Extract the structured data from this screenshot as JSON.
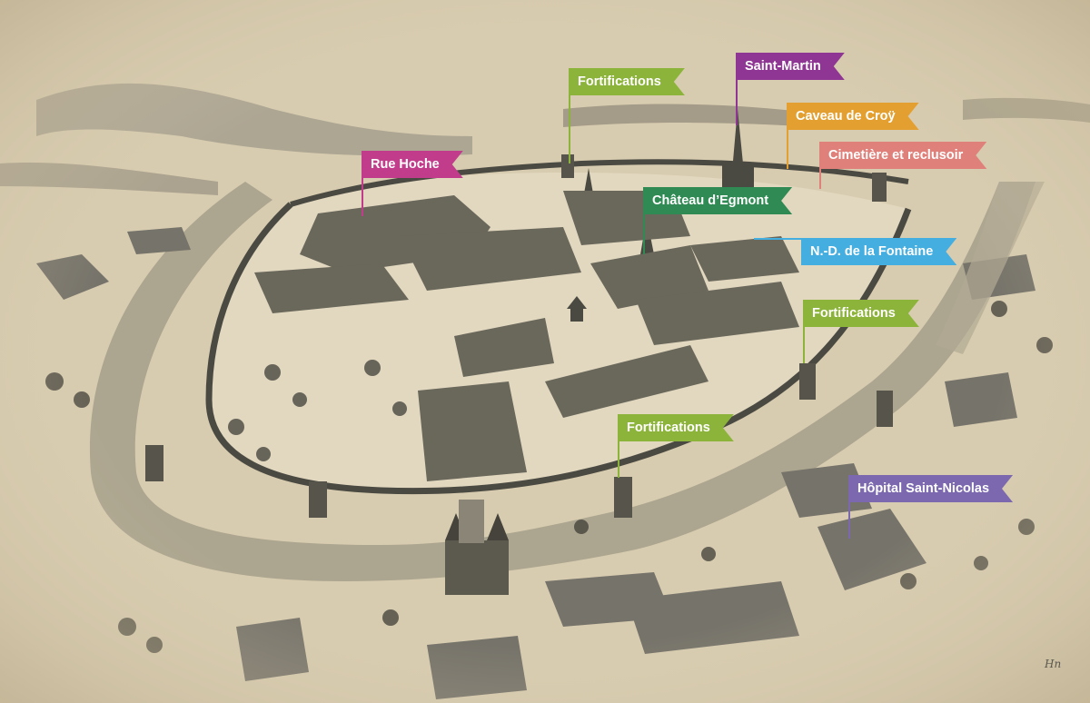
{
  "map": {
    "background": "#d8ccb0",
    "ink": "#4b4a42",
    "labels": [
      {
        "id": "rue-hoche",
        "text": "Rue Hoche",
        "color": "#c13d8c"
      },
      {
        "id": "fortifications-north",
        "text": "Fortifications",
        "color": "#8cb43a"
      },
      {
        "id": "saint-martin",
        "text": "Saint-Martin",
        "color": "#8f3593"
      },
      {
        "id": "caveau-de-croy",
        "text": "Caveau de Croÿ",
        "color": "#e3a030"
      },
      {
        "id": "cimetiere-reclusoir",
        "text": "Cimetière et reclusoir",
        "color": "#e0807a"
      },
      {
        "id": "chateau-egmont",
        "text": "Château d’Egmont",
        "color": "#2f8b53"
      },
      {
        "id": "nd-fontaine",
        "text": "N.-D. de la Fontaine",
        "color": "#45aee0"
      },
      {
        "id": "fortifications-east",
        "text": "Fortifications",
        "color": "#8cb43a"
      },
      {
        "id": "fortifications-south",
        "text": "Fortifications",
        "color": "#8cb43a"
      },
      {
        "id": "hopital-saint-nicolas",
        "text": "Hôpital Saint-Nicolas",
        "color": "#7b68ae"
      }
    ]
  }
}
